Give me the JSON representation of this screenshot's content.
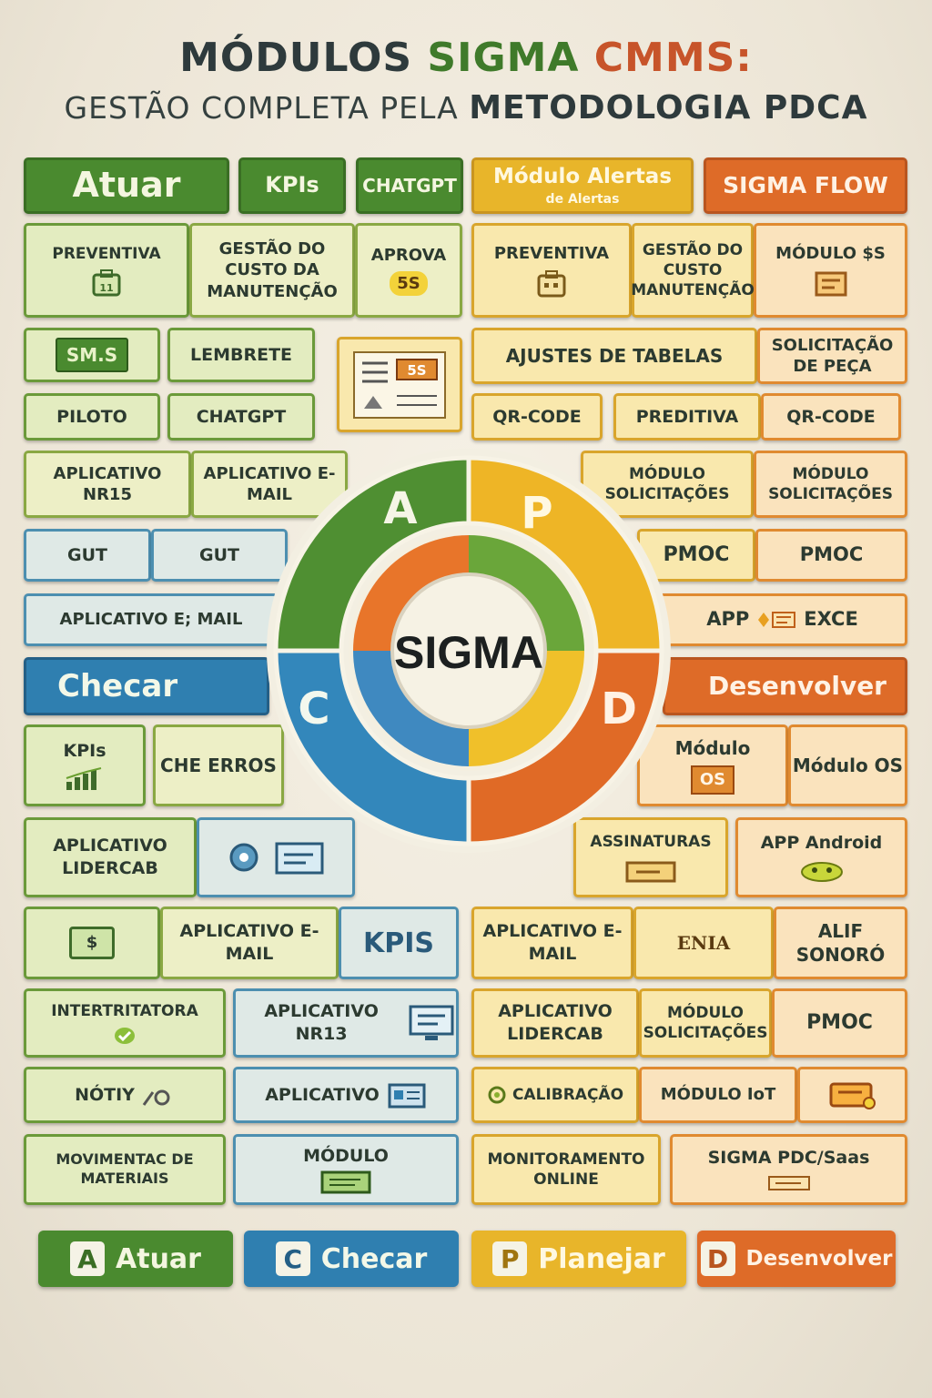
{
  "title": {
    "part1": "MÓDULOS ",
    "part2": "SIGMA ",
    "part3": "CMMS:"
  },
  "subtitle": {
    "part1": "GESTÃO COMPLETA PELA ",
    "part2": "METODOLOGIA PDCA"
  },
  "top_headers": {
    "atuar": "Atuar",
    "kpis": "KPIs",
    "chatgpt": "CHATGPT",
    "alertas": "Módulo Alertas",
    "alertas_sub": "de Alertas",
    "flow": "SIGMA FLOW"
  },
  "left": {
    "r1": [
      "PREVENTIVA",
      "GESTÃO DO CUSTO DA MANUTENÇÃO",
      "APROVA",
      "5S"
    ],
    "r2": [
      "SM.S",
      "LEMBRETE",
      "5S"
    ],
    "r3": [
      "PILOTO",
      "CHATGPT"
    ],
    "r4": [
      "APLICATIVO NR15",
      "APLICATIVO E-MAIL"
    ],
    "r5": [
      "GUT",
      "GUT"
    ],
    "r6": "APLICATIVO E; MAIL",
    "checar": "Checar",
    "r7": [
      "KPIs",
      "CHE ERROS"
    ],
    "r8": "APLICATIVO LIDERCAB",
    "r9": [
      "APLICATIVO E-MAIL",
      "KPIS",
      "$"
    ],
    "r10": [
      "INTERTRITATORA",
      "APLICATIVO NR13"
    ],
    "r11": [
      "NÓTIY",
      "APLICATIVO"
    ],
    "r12": [
      "MOVIMENTAC DE MATERIAIS",
      "MÓDULO"
    ]
  },
  "right": {
    "r1": [
      "PREVENTIVA",
      "GESTÃO DO CUSTO MANUTENÇÃO",
      "MÓDULO $S"
    ],
    "r2": [
      "AJUSTES DE TABELAS",
      "SOLICITAÇÃO DE PEÇA"
    ],
    "r3": [
      "QR-CODE",
      "PREDITIVA",
      "QR-CODE"
    ],
    "r4": [
      "MÓDULO SOLICITAÇÕES",
      "MÓDULO SOLICITAÇÕES"
    ],
    "r5": [
      "PMOC",
      "PMOC"
    ],
    "r6": [
      "APP",
      "EXCE"
    ],
    "desenvolver": "Desenvolver",
    "r7": [
      "Módulo",
      "OS",
      "Módulo OS"
    ],
    "r8": [
      "ASSINATURAS",
      "APP Android"
    ],
    "r9": [
      "APLICATIVO E-MAIL",
      "ENIA",
      "ALIF",
      "SONORÓ"
    ],
    "r10": [
      "APLICATIVO LIDERCAB",
      "MÓDULO SOLICITAÇÕES",
      "PMOC"
    ],
    "r11": [
      "CALIBRAÇÃO",
      "MÓDULO IoT"
    ],
    "r12": [
      "MONITORAMENTO ONLINE",
      "SIGMA PDC/Saas"
    ]
  },
  "cycle": {
    "center": "SIGMA",
    "a": "A",
    "p": "P",
    "c": "C",
    "d": "D"
  },
  "legend": [
    {
      "letter": "A",
      "label": "Atuar"
    },
    {
      "letter": "C",
      "label": "Checar"
    },
    {
      "letter": "P",
      "label": "Planejar"
    },
    {
      "letter": "D",
      "label": "Desenvolver"
    }
  ],
  "colors": {
    "green": "#4a8a2f",
    "yellow": "#e8b52a",
    "orange": "#de6b28",
    "blue": "#2f7fb0"
  }
}
